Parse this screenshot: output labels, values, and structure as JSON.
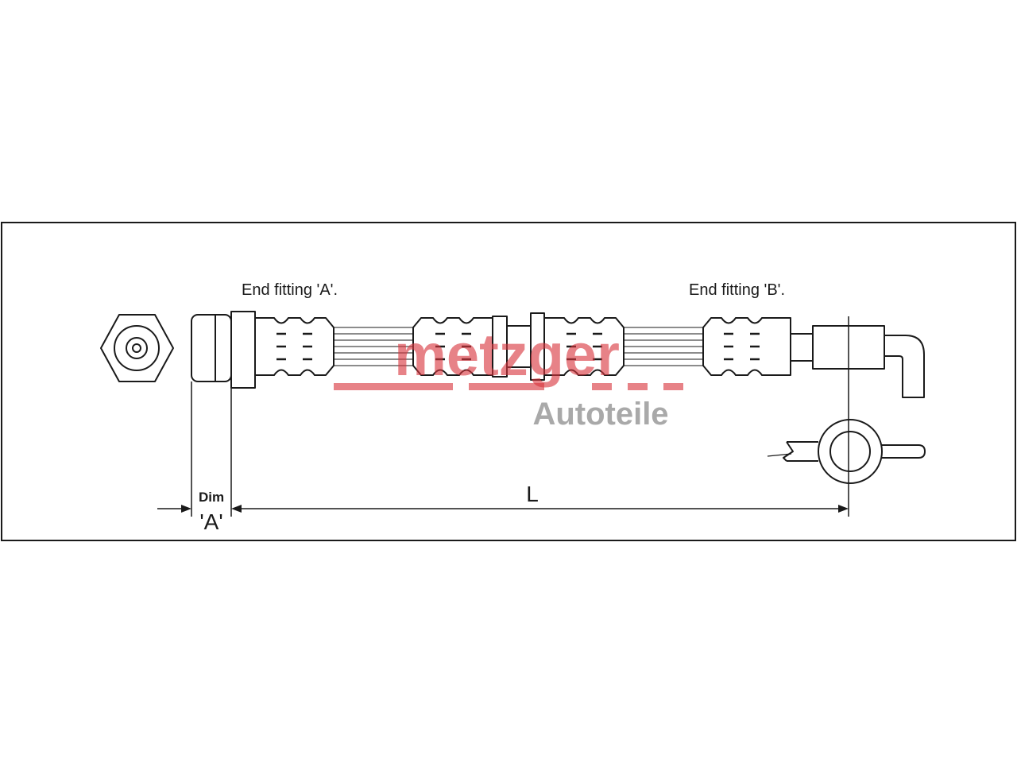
{
  "labels": {
    "end_fitting_a": "End fitting 'A'.",
    "end_fitting_b": "End fitting 'B'.",
    "dim": "Dim",
    "dim_a": "'A'",
    "length": "L"
  },
  "watermark": {
    "brand": "metzger",
    "sub": "Autoteile",
    "brand_color": "#d9363e",
    "sub_color": "#9a9a9a"
  },
  "colors": {
    "line": "#1a1a1a",
    "background": "#ffffff"
  }
}
